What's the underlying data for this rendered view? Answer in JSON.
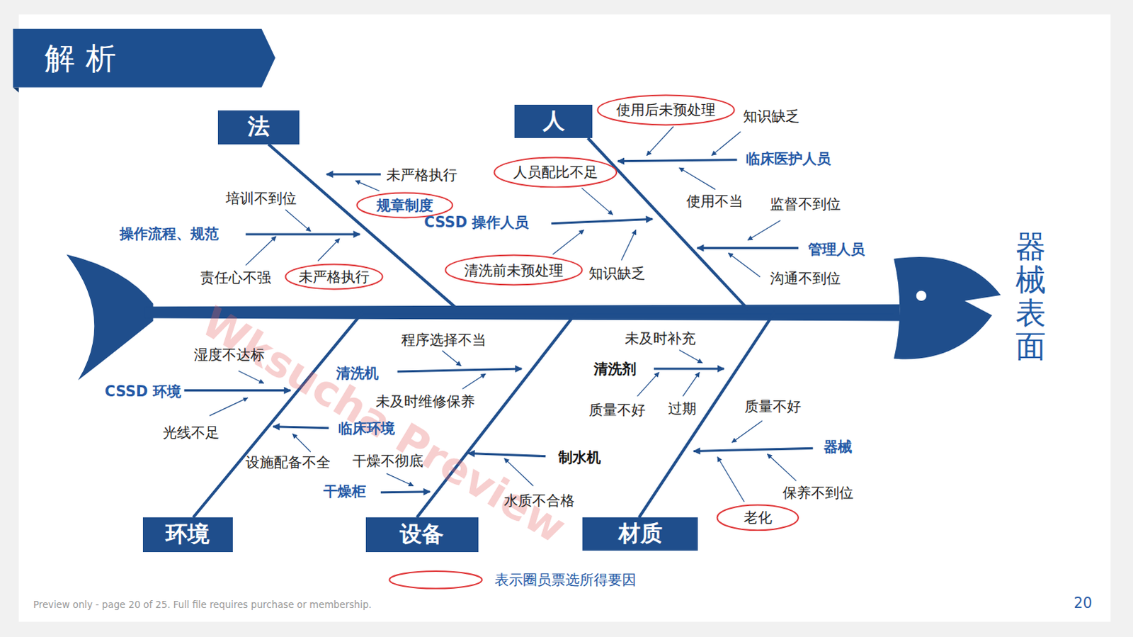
{
  "diagram": {
    "title": "解析",
    "nodes": [
      {
        "text": [
          "法"
        ]
      },
      {
        "text": [
          "人"
        ]
      },
      {
        "text": [
          "环境"
        ]
      },
      {
        "text": [
          "设备"
        ]
      },
      {
        "text": [
          "材质"
        ]
      },
      {
        "text": [
          "器械表面"
        ]
      },
      {
        "text": [
          "使用后未预处理"
        ]
      },
      {
        "text": [
          "人员配比不足"
        ]
      },
      {
        "text": [
          "规章制度"
        ]
      },
      {
        "text": [
          "清洗前未预处理"
        ]
      },
      {
        "text": [
          "未严格执行"
        ]
      },
      {
        "text": [
          "老化"
        ]
      }
    ],
    "edges": [
      {
        "from": 0,
        "to": 5,
        "arrow": "none"
      },
      {
        "from": 1,
        "to": 5,
        "arrow": "none"
      },
      {
        "from": 2,
        "to": 5,
        "arrow": "none"
      },
      {
        "from": 3,
        "to": 5,
        "arrow": "none"
      },
      {
        "from": 4,
        "to": 5,
        "arrow": "none"
      }
    ],
    "labels": [
      "未严格执行",
      "培训不到位",
      "操作流程、规范",
      "责任心不强",
      "知识缺乏",
      "临床医护人员",
      "使用不当",
      "监督不到位",
      "CSSD 操作人员",
      "知识缺乏",
      "管理人员",
      "沟通不到位",
      "湿度不达标",
      "CSSD 环境",
      "光线不足",
      "临床环境",
      "设施配备不全",
      "程序选择不当",
      "清洗机",
      "未及时维修保养",
      "干燥不彻底",
      "干燥柜",
      "制水机",
      "水质不合格",
      "未及时补充",
      "清洗剂",
      "质量不好",
      "过期",
      "质量不好",
      "器械",
      "保养不到位",
      "20",
      "Preview only - page 20 of 25. Full file requires purchase or membership.",
      "Wksucha Preview"
    ],
    "legend": [
      {
        "text": "表示圈员票选所得要因"
      }
    ]
  }
}
